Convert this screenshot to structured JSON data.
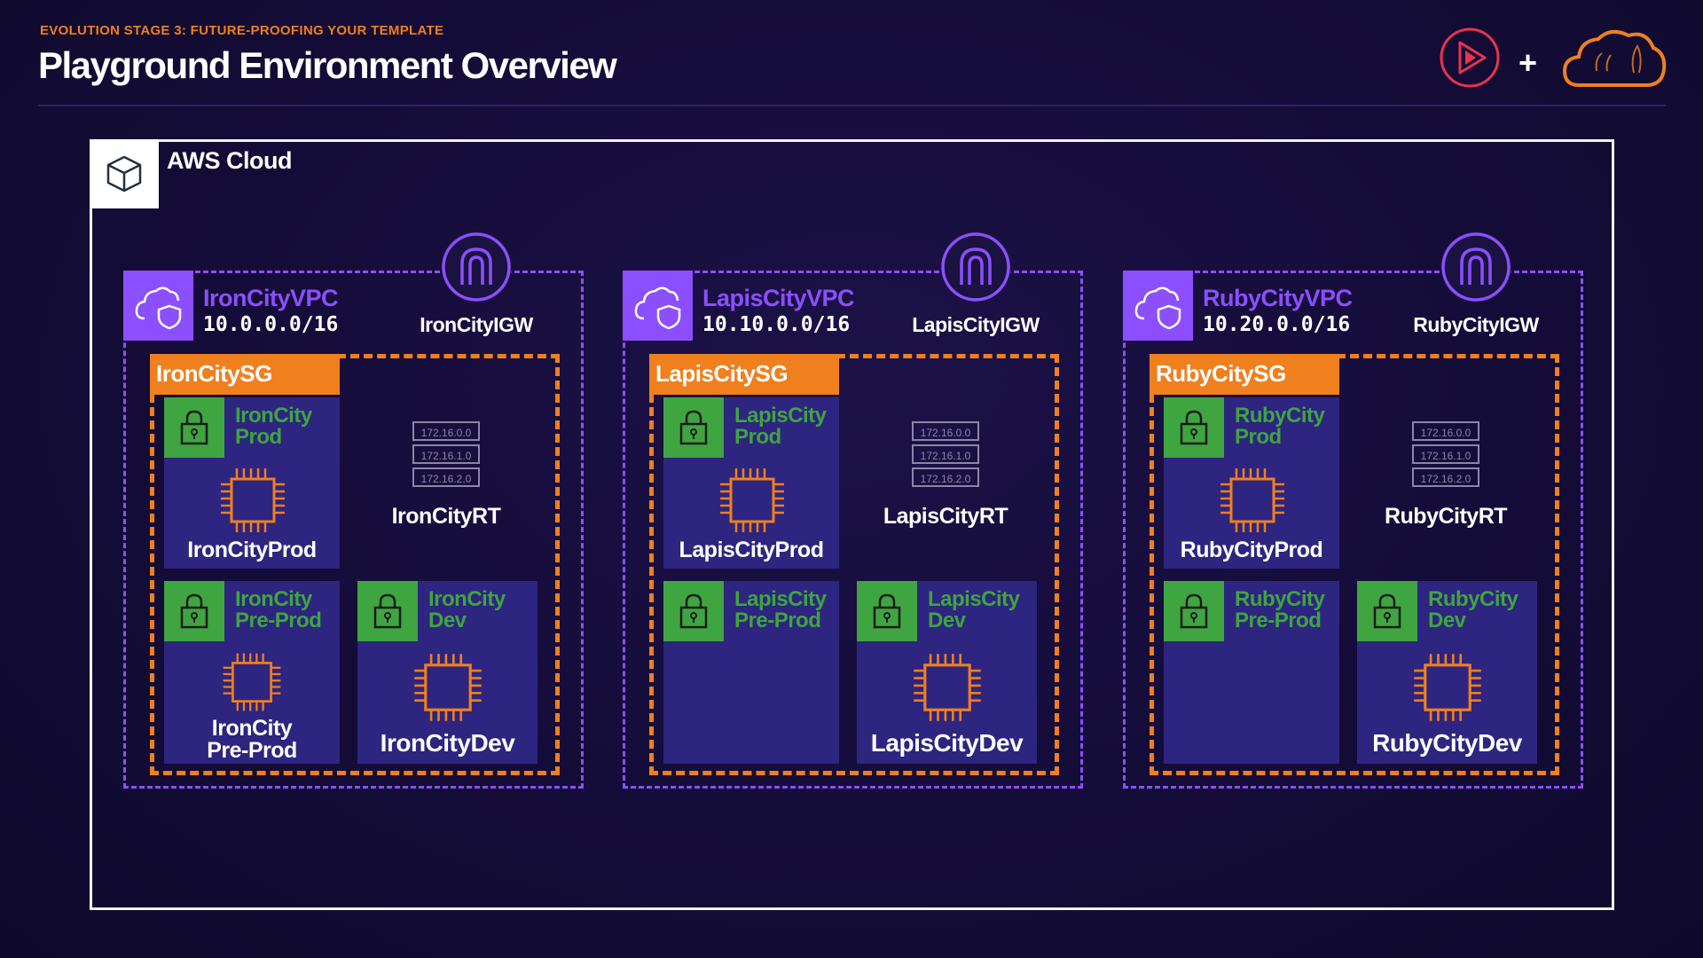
{
  "header": {
    "eyebrow": "EVOLUTION STAGE 3: FUTURE-PROOFING YOUR TEMPLATE",
    "title": "Playground Environment Overview",
    "plus": "+"
  },
  "aws": {
    "label": "AWS Cloud"
  },
  "vpcs": [
    {
      "name": "IronCityVPC",
      "cidr": "10.0.0.0/16",
      "igw": "IronCityIGW",
      "sg": "IronCitySG",
      "rt": "IronCityRT",
      "routes": [
        "172.16.0.0",
        "172.16.1.0",
        "172.16.2.0"
      ],
      "subnets": {
        "prod": {
          "name": "IronCity Prod",
          "instance": "IronCityProd"
        },
        "preprod": {
          "name": "IronCity Pre-Prod",
          "instance": "IronCity Pre-Prod"
        },
        "dev": {
          "name": "IronCity Dev",
          "instance": "IronCityDev"
        }
      }
    },
    {
      "name": "LapisCityVPC",
      "cidr": "10.10.0.0/16",
      "igw": "LapisCityIGW",
      "sg": "LapisCitySG",
      "rt": "LapisCityRT",
      "routes": [
        "172.16.0.0",
        "172.16.1.0",
        "172.16.2.0"
      ],
      "subnets": {
        "prod": {
          "name": "LapisCity Prod",
          "instance": "LapisCityProd"
        },
        "preprod": {
          "name": "LapisCity Pre-Prod",
          "instance": ""
        },
        "dev": {
          "name": "LapisCity Dev",
          "instance": "LapisCityDev"
        }
      }
    },
    {
      "name": "RubyCityVPC",
      "cidr": "10.20.0.0/16",
      "igw": "RubyCityIGW",
      "sg": "RubyCitySG",
      "rt": "RubyCityRT",
      "routes": [
        "172.16.0.0",
        "172.16.1.0",
        "172.16.2.0"
      ],
      "subnets": {
        "prod": {
          "name": "RubyCity Prod",
          "instance": "RubyCityProd"
        },
        "preprod": {
          "name": "RubyCity Pre-Prod",
          "instance": ""
        },
        "dev": {
          "name": "RubyCity Dev",
          "instance": "RubyCityDev"
        }
      }
    }
  ],
  "icons": {
    "aws": "cube-icon",
    "vpc": "cloud-shield-icon",
    "igw": "gateway-icon",
    "subnet": "lock-icon",
    "instance": "chip-icon",
    "rt": "route-table-icon",
    "brand_left": "play-icon",
    "brand_right": "cloud-icon"
  },
  "colors": {
    "background": "#140c38",
    "vpc": "#8c4fff",
    "sg": "#f07f1e",
    "subnet_green": "#3fa540",
    "subnet_bg": "#2d2580",
    "eyebrow": "#f07f1e"
  }
}
